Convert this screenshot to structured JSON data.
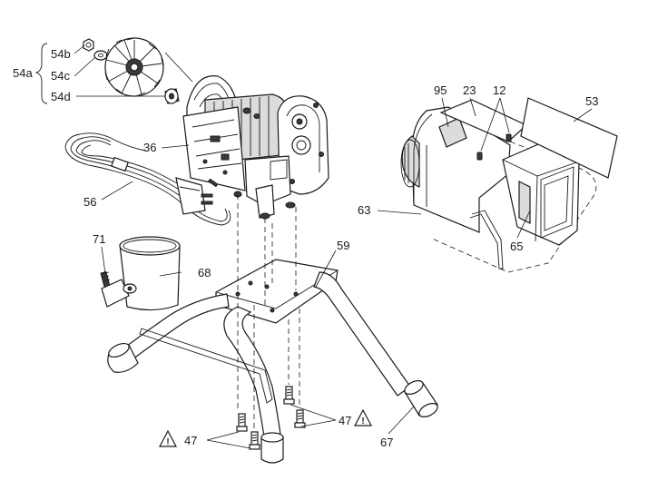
{
  "callouts": {
    "c54a": "54a",
    "c54b": "54b",
    "c54c": "54c",
    "c54d": "54d",
    "c36": "36",
    "c56": "56",
    "c71": "71",
    "c68": "68",
    "c59": "59",
    "c47_left": "47",
    "c47_right": "47",
    "c67": "67",
    "c95": "95",
    "c23": "23",
    "c12": "12",
    "c53": "53",
    "c63": "63",
    "c65": "65"
  },
  "warning_symbol": "!",
  "icons": [
    "warning-triangle-icon"
  ]
}
